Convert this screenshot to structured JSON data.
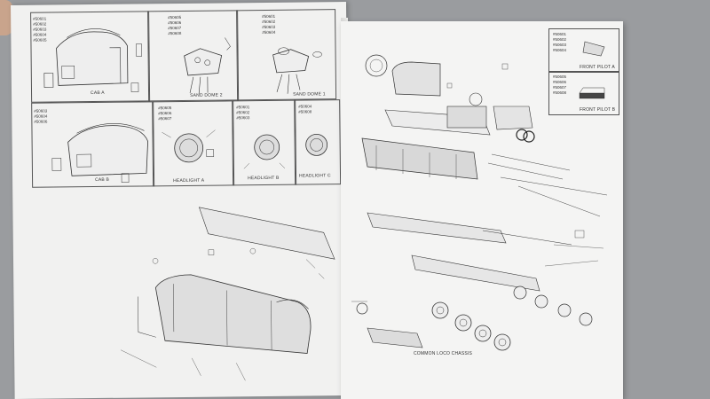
{
  "left_sheet": {
    "top_row": [
      {
        "label": "CAB A",
        "numbers": [
          "#50601",
          "#50602",
          "#50603",
          "#50604",
          "#50605"
        ]
      },
      {
        "label": "SAND DOME 2",
        "numbers": [
          "#50605",
          "#50606",
          "#50607",
          "#50608"
        ]
      },
      {
        "label": "SAND DOME 1",
        "numbers": [
          "#50601",
          "#50602",
          "#50603",
          "#50604"
        ]
      }
    ],
    "middle_row": [
      {
        "label": "CAB B",
        "numbers": [
          "#50603",
          "#50604",
          "#50606"
        ]
      },
      {
        "label": "HEADLIGHT A",
        "numbers": [
          "#50605",
          "#50606",
          "#50607"
        ]
      },
      {
        "label": "HEADLIGHT B",
        "numbers": [
          "#50601",
          "#50602",
          "#50603"
        ]
      },
      {
        "label": "HEADLIGHT C",
        "numbers": [
          "#50604",
          "#50608"
        ]
      }
    ]
  },
  "right_sheet": {
    "front_pilot_a": {
      "label": "FRONT PILOT A",
      "numbers": [
        "#50601",
        "#50602",
        "#50603",
        "#50604"
      ]
    },
    "front_pilot_b": {
      "label": "FRONT PILOT B",
      "numbers": [
        "#50605",
        "#50606",
        "#50607",
        "#50608"
      ]
    },
    "chassis_label": "COMMON LOCO CHASSIS"
  }
}
